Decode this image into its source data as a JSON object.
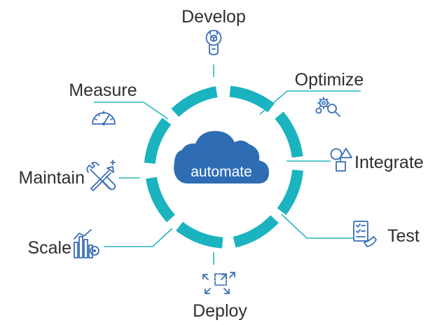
{
  "center": {
    "label": "automate"
  },
  "stages": [
    {
      "key": "develop",
      "label": "Develop",
      "icon": "wrench-cube-icon"
    },
    {
      "key": "optimize",
      "label": "Optimize",
      "icon": "gears-magnifier-icon"
    },
    {
      "key": "integrate",
      "label": "Integrate",
      "icon": "shapes-icon"
    },
    {
      "key": "test",
      "label": "Test",
      "icon": "checklist-hand-icon"
    },
    {
      "key": "deploy",
      "label": "Deploy",
      "icon": "expand-arrows-icon"
    },
    {
      "key": "scale",
      "label": "Scale",
      "icon": "bar-chart-gear-icon"
    },
    {
      "key": "maintain",
      "label": "Maintain",
      "icon": "tools-icon"
    },
    {
      "key": "measure",
      "label": "Measure",
      "icon": "speedometer-icon"
    }
  ],
  "colors": {
    "ring": "#1bb3bf",
    "connector": "#27b6c2",
    "icon": "#3b6fb6",
    "cloud": "#2e6db4",
    "text": "#2f2f2f"
  }
}
